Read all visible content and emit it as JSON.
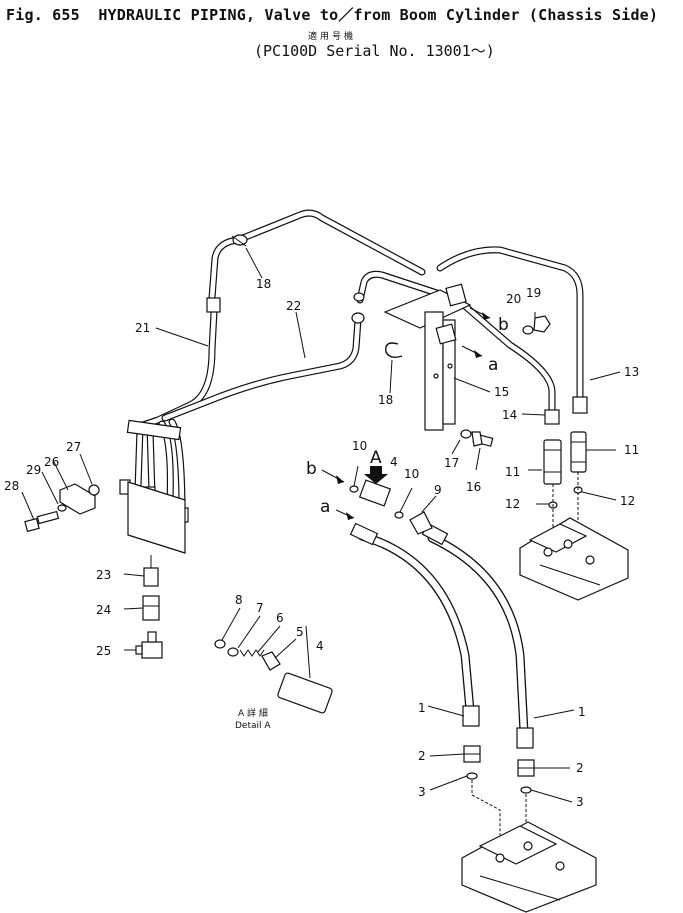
{
  "header": {
    "figure": "Fig. 655",
    "title": "HYDRAULIC PIPING, Valve to／from Boom Cylinder (Chassis Side)",
    "applicability_jp": "適用号機",
    "serial": "PC100D Serial No. 13001～"
  },
  "callouts": {
    "p1a": "1",
    "p1b": "1",
    "p2a": "2",
    "p2b": "2",
    "p3a": "3",
    "p3b": "3",
    "p4": "4",
    "p4b": "4",
    "p5": "5",
    "p6": "6",
    "p7": "7",
    "p8": "8",
    "p9": "9",
    "p10a": "10",
    "p10b": "10",
    "p11a": "11",
    "p11b": "11",
    "p12a": "12",
    "p12b": "12",
    "p13": "13",
    "p14": "14",
    "p15": "15",
    "p16": "16",
    "p17": "17",
    "p18a": "18",
    "p18b": "18",
    "p19": "19",
    "p20": "20",
    "p21": "21",
    "p22": "22",
    "p23": "23",
    "p24": "24",
    "p25": "25",
    "p26": "26",
    "p27": "27",
    "p28": "28",
    "p29": "29"
  },
  "markers": {
    "a_top": "a",
    "b_top": "b",
    "a_left": "a",
    "b_left": "b",
    "A": "A"
  },
  "detail": {
    "label_jp": "A 詳 細",
    "label_en": "Detail A"
  }
}
